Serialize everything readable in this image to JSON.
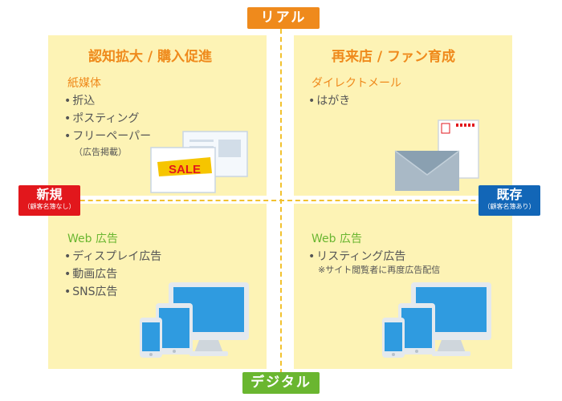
{
  "axes": {
    "top": "リアル",
    "bottom": "デジタル",
    "left": {
      "label": "新規",
      "sub": "（顧客名簿なし）",
      "color": "#e2171c"
    },
    "right": {
      "label": "既存",
      "sub": "（顧客名簿あり）",
      "color": "#1266b7"
    }
  },
  "quadrants": {
    "top_left": {
      "heading": "認知拡大 / 購入促進",
      "category": "紙媒体",
      "items": [
        "折込",
        "ポスティング",
        "フリーペーパー"
      ],
      "note": "（広告掲載）",
      "illustration": {
        "label": "SALE",
        "icon": "flyer-icon"
      }
    },
    "top_right": {
      "heading": "再来店 / ファン育成",
      "category": "ダイレクトメール",
      "items": [
        "はがき"
      ],
      "illustration": {
        "icon": "envelope-postcard-icon"
      }
    },
    "bottom_left": {
      "category": "Web 広告",
      "items": [
        "ディスプレイ広告",
        "動画広告",
        "SNS広告"
      ],
      "illustration": {
        "icon": "devices-icon"
      }
    },
    "bottom_right": {
      "category": "Web 広告",
      "items": [
        "リスティング広告"
      ],
      "note": "※サイト閲覧者に再度広告配信",
      "illustration": {
        "icon": "devices-icon"
      }
    }
  },
  "colors": {
    "orange": "#ef8a1c",
    "green": "#6ab630",
    "quadrant_bg": "#fdf3b5",
    "axis_dash": "#f2c12e"
  }
}
